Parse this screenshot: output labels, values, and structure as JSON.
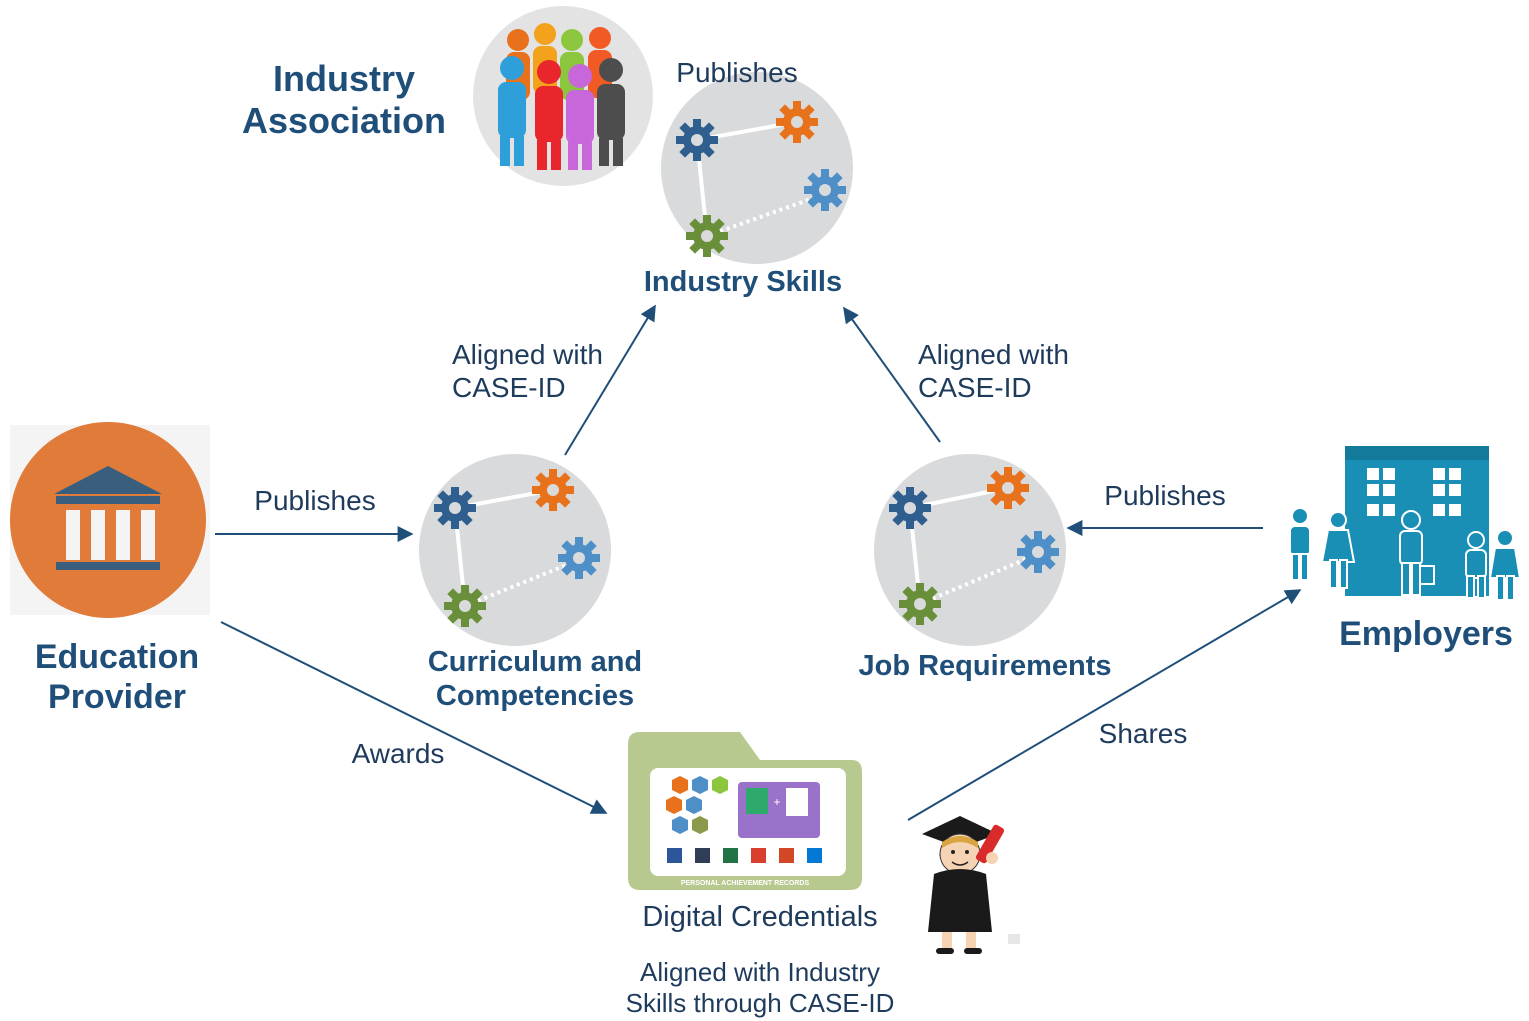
{
  "colors": {
    "arrow": "#1f4e79",
    "title_blue": "#1f4e79",
    "gear_blue": "#2f5f8f",
    "gear_orange": "#e8721c",
    "gear_light_blue": "#4f8fc8",
    "gear_green": "#6a8f3a",
    "node_gray": "#d9dadc",
    "provider_orange": "#e07b39",
    "employer_teal": "#1a8fb5"
  },
  "icons": {
    "industry_association": "people-group-icon",
    "education_provider": "bank-building-icon",
    "employers": "office-building-people-icon",
    "skill_nodes": "gear-network-icon",
    "digital_credentials": "credential-folder-icon",
    "graduate": "graduate-cartoon-icon"
  },
  "nodes": {
    "industry_association": "Industry\nAssociation",
    "industry_skills": "Industry Skills",
    "curriculum": "Curriculum and\nCompetencies",
    "job_requirements": "Job Requirements",
    "education_provider": "Education\nProvider",
    "employers": "Employers",
    "digital_credentials": "Digital Credentials",
    "credential_folder_caption": "PERSONAL ACHIEVEMENT RECORDS",
    "credential_note": "Aligned with Industry\nSkills through CASE-ID"
  },
  "edges": {
    "assoc_publishes": "Publishes",
    "provider_publishes": "Publishes",
    "employer_publishes": "Publishes",
    "curriculum_aligned": "Aligned with\nCASE-ID",
    "job_aligned": "Aligned with\nCASE-ID",
    "awards": "Awards",
    "shares": "Shares"
  }
}
